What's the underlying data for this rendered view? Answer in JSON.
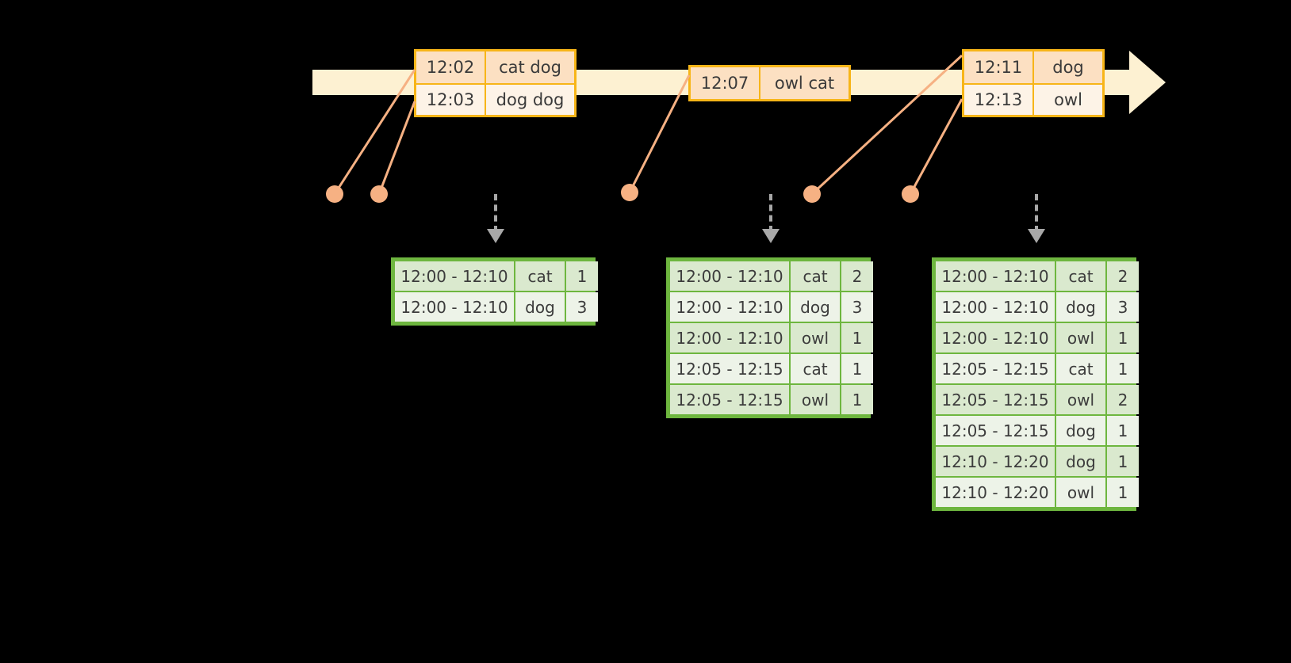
{
  "timeline": {
    "name": "event-stream-timeline",
    "events": [
      {
        "id": "evt-a",
        "rows": [
          {
            "time": "12:02",
            "value": "cat dog"
          },
          {
            "time": "12:03",
            "value": "dog dog"
          }
        ]
      },
      {
        "id": "evt-b",
        "rows": [
          {
            "time": "12:07",
            "value": "owl cat"
          }
        ]
      },
      {
        "id": "evt-c",
        "rows": [
          {
            "time": "12:11",
            "value": "dog"
          },
          {
            "time": "12:13",
            "value": "owl"
          }
        ]
      }
    ]
  },
  "colors": {
    "timeline_bar": "#fdf1d2",
    "event_border": "#f7b518",
    "event_shade": "#fce0c2",
    "event_plain": "#fdf3e7",
    "connector": "#f6b183",
    "table_border": "#6eb63f",
    "table_shade": "#dae9ce",
    "table_plain": "#edf3e8",
    "arrow": "#a8a8a8",
    "background": "#000000"
  },
  "tables": [
    {
      "id": "tbl-1",
      "name": "result-table-1",
      "rows": [
        {
          "window": "12:00 - 12:10",
          "key": "cat",
          "count": "1"
        },
        {
          "window": "12:00 - 12:10",
          "key": "dog",
          "count": "3"
        }
      ]
    },
    {
      "id": "tbl-2",
      "name": "result-table-2",
      "rows": [
        {
          "window": "12:00 - 12:10",
          "key": "cat",
          "count": "2"
        },
        {
          "window": "12:00 - 12:10",
          "key": "dog",
          "count": "3"
        },
        {
          "window": "12:00 - 12:10",
          "key": "owl",
          "count": "1"
        },
        {
          "window": "12:05 - 12:15",
          "key": "cat",
          "count": "1"
        },
        {
          "window": "12:05 - 12:15",
          "key": "owl",
          "count": "1"
        }
      ]
    },
    {
      "id": "tbl-3",
      "name": "result-table-3",
      "rows": [
        {
          "window": "12:00 - 12:10",
          "key": "cat",
          "count": "2"
        },
        {
          "window": "12:00 - 12:10",
          "key": "dog",
          "count": "3"
        },
        {
          "window": "12:00 - 12:10",
          "key": "owl",
          "count": "1"
        },
        {
          "window": "12:05 - 12:15",
          "key": "cat",
          "count": "1"
        },
        {
          "window": "12:05 - 12:15",
          "key": "owl",
          "count": "2"
        },
        {
          "window": "12:05 - 12:15",
          "key": "dog",
          "count": "1"
        },
        {
          "window": "12:10 - 12:20",
          "key": "dog",
          "count": "1"
        },
        {
          "window": "12:10 - 12:20",
          "key": "owl",
          "count": "1"
        }
      ]
    }
  ]
}
